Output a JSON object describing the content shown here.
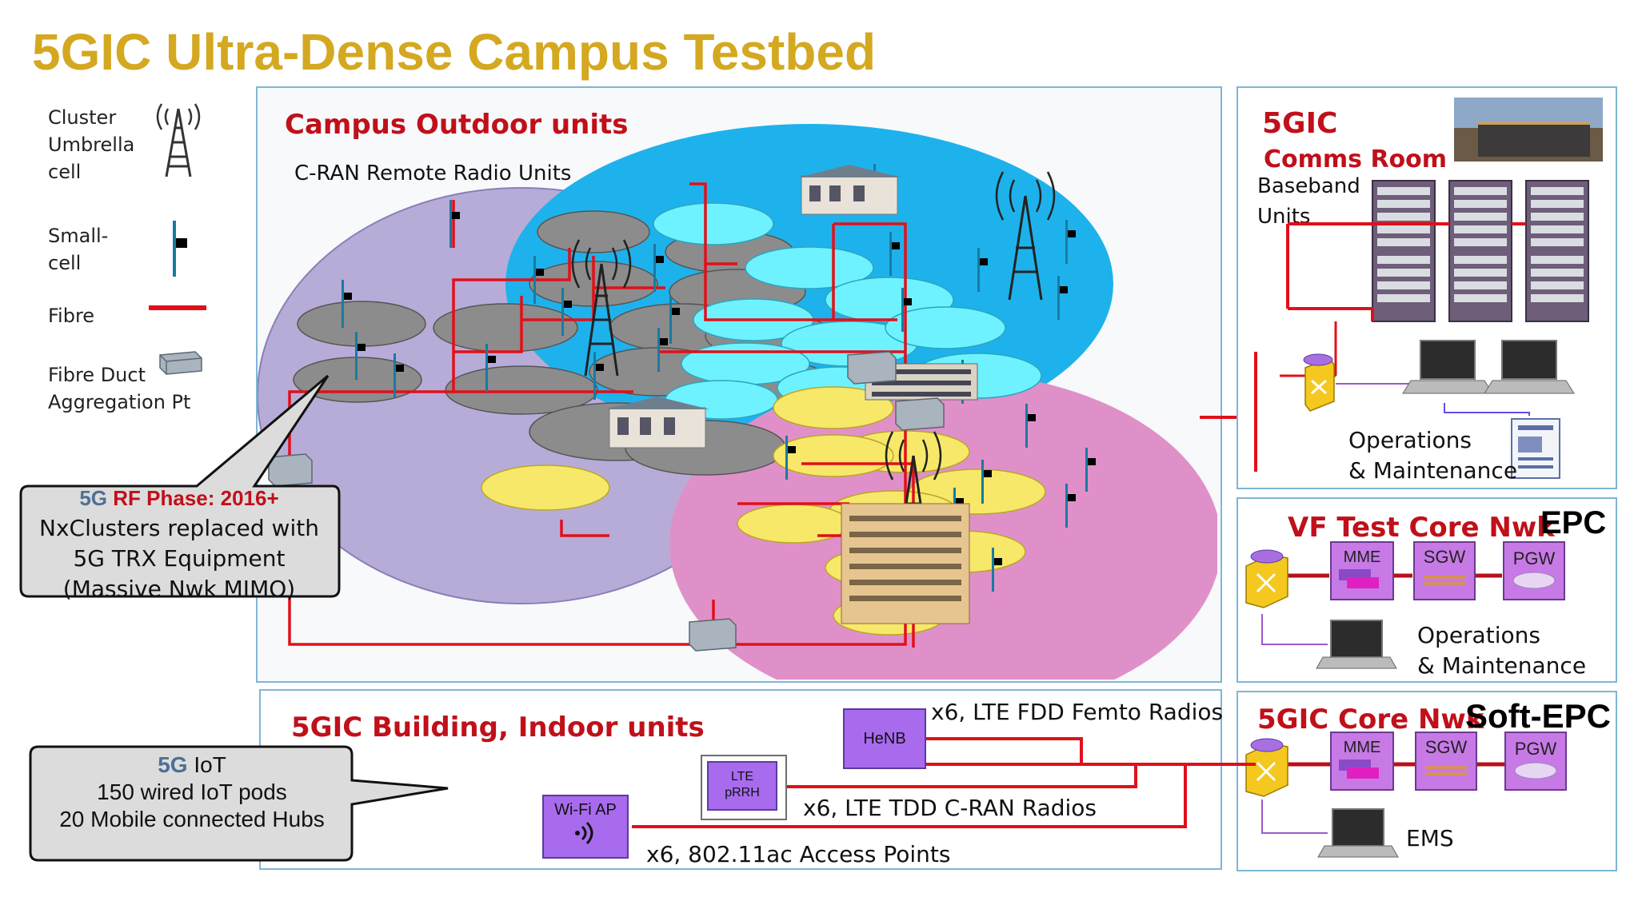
{
  "title": "5GIC Ultra-Dense Campus Testbed",
  "legend": {
    "umbrella": "Cluster\nUmbrella\ncell",
    "small": "Small-\ncell",
    "fibre": "Fibre",
    "duct": "Fibre Duct\nAggregation Pt"
  },
  "outdoor": {
    "heading": "Campus Outdoor units",
    "subheading": "C-RAN Remote Radio Units"
  },
  "comms": {
    "title_1": "5GIC",
    "title_2": "Comms Room",
    "baseband": "Baseband\nUnits",
    "om": "Operations\n& Maintenance"
  },
  "vf": {
    "title": "VF Test Core Nwk",
    "epc": "EPC",
    "mme": "MME",
    "sgw": "SGW",
    "pgw": "PGW",
    "om": "Operations\n& Maintenance"
  },
  "core": {
    "title": "5GIC Core Nwk",
    "epc": "Soft-EPC",
    "mme": "MME",
    "sgw": "SGW",
    "pgw": "PGW",
    "ems": "EMS"
  },
  "indoor": {
    "heading": "5GIC Building, Indoor units",
    "henb": "HeNB",
    "henb_label": "x6, LTE FDD Femto Radios",
    "prrh": "LTE\npRRH",
    "prrh_label": "x6, LTE TDD C-RAN Radios",
    "wifi": "Wi-Fi AP",
    "wifi_label": "x6, 802.11ac Access Points"
  },
  "callout_rf": {
    "prefix": "5G",
    "highlight": "RF Phase: 2016+",
    "line2": "NxClusters replaced with",
    "line3": "5G TRX Equipment",
    "line4": "(Massive Nwk MIMO)"
  },
  "callout_iot": {
    "prefix": "5G",
    "suffix": " IoT",
    "line2": "150 wired IoT pods",
    "line3": "20 Mobile connected Hubs"
  },
  "colors": {
    "title": "#d4a820",
    "fibre": "#e0101a",
    "heading_red": "#c0101a",
    "purple_zone": "#b7acd8",
    "blue_zone": "#1eb2ec",
    "pink_zone": "#e090c8"
  }
}
